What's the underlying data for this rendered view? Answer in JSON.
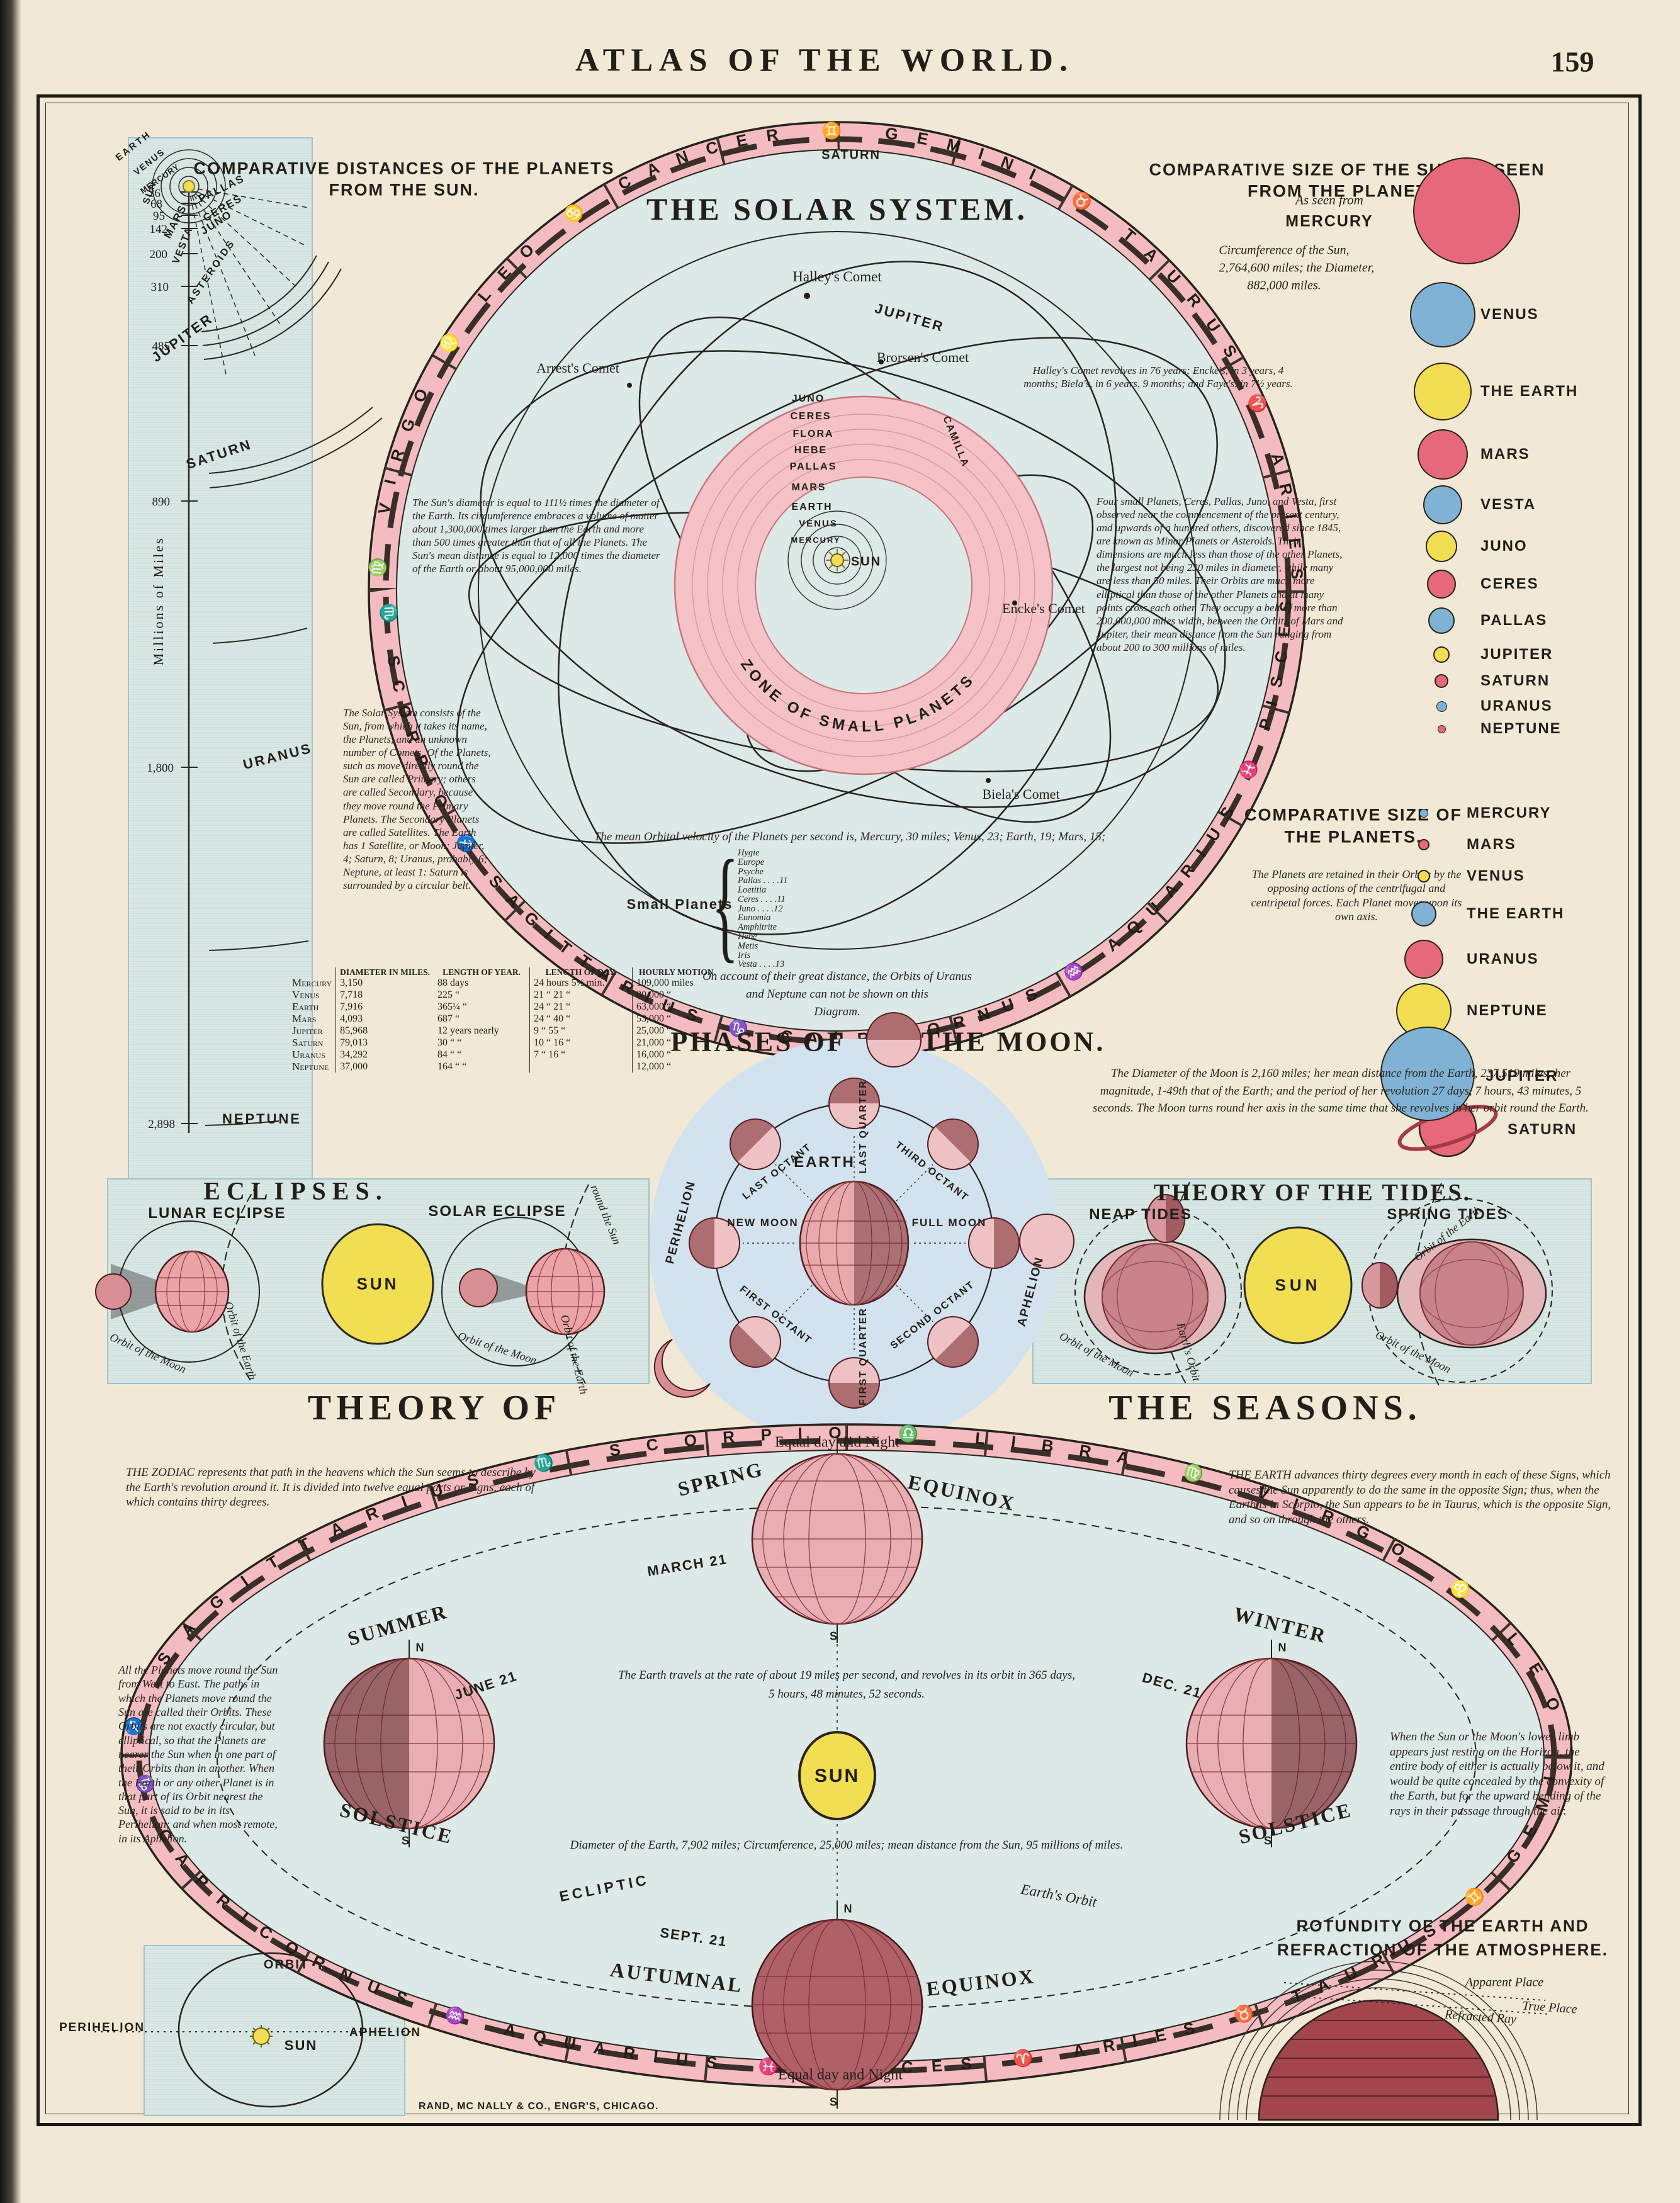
{
  "header": {
    "title": "ATLAS OF THE WORLD.",
    "page_number": "159"
  },
  "footer": {
    "credit": "RAND, MC NALLY & CO., ENGR'S, CHICAGO."
  },
  "distances": {
    "title1": "COMPARATIVE DISTANCES OF THE PLANETS",
    "title2": "FROM THE SUN.",
    "axis_label": "Millions of Miles",
    "ticks": [
      "36",
      "68",
      "95",
      "142",
      "200",
      "310",
      "485",
      "890",
      "1,800",
      "2,898"
    ],
    "spiral": [
      "EARTH",
      "VENUS",
      "MERCURY",
      "SUN"
    ],
    "belt": [
      "MARS",
      "VESTA",
      "PALLAS",
      "CERES",
      "JUNO",
      "ASTEROIDS"
    ],
    "outer": [
      "JUPITER",
      "SATURN",
      "URANUS",
      "NEPTUNE"
    ]
  },
  "solar": {
    "title": "THE SOLAR SYSTEM.",
    "saturn_top": "SATURN",
    "jupiter": "JUPITER",
    "camilla": "CAMILLA",
    "comet_halley": "Halley's Comet",
    "comet_arrest": "Arrest's Comet",
    "comet_brorsen": "Brorsen's Comet",
    "comet_encke": "Encke's Comet",
    "comet_biela": "Biela's Comet",
    "inner": [
      "JUNO",
      "CERES",
      "FLORA",
      "HEBE",
      "PALLAS",
      "MARS",
      "EARTH",
      "VENUS",
      "MERCURY"
    ],
    "sun": "SUN",
    "zone": "ZONE OF SMALL PLANETS",
    "zodiac_top": "♍ VIRGO ♌ LEO ♋ CANCER ♊ GEMINI ♉ TAURUS ♈ ARIES",
    "zodiac_bottom": "♏ SCORPIO ♐ SAGITTARIUS ♑ CAPRICORNUS ♒ AQUARIUS ♓ PISCES",
    "sun_text": "The Sun's diameter is equal to 111½ times the diameter of the Earth. Its circumference embraces a volume of matter about 1,300,000 times larger than the Earth and more than 500 times greater than that of all the Planets. The Sun's mean distance is equal to 12,000 times the diameter of the Earth or about 95,000,000 miles.",
    "comet_note": "Halley's Comet revolves in 76 years; Encke's, in 3 years, 4 months; Biela's, in 6 years, 9 months; and Faye's, in 7½ years.",
    "minor_note": "Four small Planets, Ceres, Pallas, Juno, and Vesta, first observed near the commencement of the present century, and upwards of a hundred others, discovered since 1845, are known as Minor Planets or Asteroids. Their dimensions are much less than those of the other Planets, the largest not being 230 miles in diameter, while many are less than 50 miles. Their Orbits are much more elliptical than those of the other Planets and at many points cross each other. They occupy a belt of more than 200,000,000 miles width, between the Orbits of Mars and Jupiter, their mean distance from the Sun ranging from about 200 to 300 millions of miles.",
    "system_note": "The Solar System consists of the Sun, from which it takes its name, the Planets, and an unknown number of Comets. Of the Planets, such as move directly round the Sun are called Primary; others are called Secondary, because they move round the Primary Planets. The Secondary Planets are called Satellites. The Earth has 1 Satellite, or Moon; Jupiter, 4; Saturn, 8; Uranus, probably 6; Neptune, at least 1: Saturn is surrounded by a circular belt.",
    "velocity_note": "The mean Orbital velocity of the Planets per second is, Mercury, 30 miles; Venus, 23; Earth, 19; Mars, 15;",
    "small_planets_label": "Small Planets",
    "small_planets": [
      "Hygie",
      "Europe",
      "Psyche",
      "Pallas . . . .11",
      "Loetitia",
      "Ceres . . . .11",
      "Juno . . . .12",
      "Eunomia",
      "Amphitrite",
      "Hebe",
      "Metis",
      "Iris",
      "Vesta . . . .13"
    ],
    "distance_note1": "On account of their great distance, the Orbits of Uranus",
    "distance_note2": "and Neptune can not be shown on this",
    "distance_note3": "Diagram."
  },
  "sun_sizes": {
    "title1": "COMPARATIVE SIZE OF THE SUN AS SEEN",
    "title2": "FROM THE PLANETS.",
    "seen_from": "As seen from",
    "first": "MERCURY",
    "note1": "Circumference of the Sun,",
    "note2": "2,764,600 miles; the Diameter,",
    "note3": "882,000 miles.",
    "items": [
      {
        "name": "VENUS"
      },
      {
        "name": "THE EARTH"
      },
      {
        "name": "MARS"
      },
      {
        "name": "VESTA"
      },
      {
        "name": "JUNO"
      },
      {
        "name": "CERES"
      },
      {
        "name": "PALLAS"
      },
      {
        "name": "JUPITER"
      },
      {
        "name": "SATURN"
      },
      {
        "name": "URANUS"
      },
      {
        "name": "NEPTUNE"
      }
    ]
  },
  "planet_sizes": {
    "title1": "COMPARATIVE SIZE OF",
    "title2": "THE PLANETS.",
    "note": "The Planets are retained in their Orbits by the opposing actions of the centrifugal and centripetal forces. Each Planet moves upon its own axis.",
    "items": [
      {
        "name": "MERCURY"
      },
      {
        "name": "MARS"
      },
      {
        "name": "VENUS"
      },
      {
        "name": "THE EARTH"
      },
      {
        "name": "URANUS"
      },
      {
        "name": "NEPTUNE"
      },
      {
        "name": "JUPITER"
      },
      {
        "name": "SATURN"
      }
    ]
  },
  "table": {
    "headers": [
      "DIAMETER IN MILES.",
      "LENGTH OF YEAR.",
      "LENGTH OF DAY.",
      "HOURLY MOTION."
    ],
    "rows": [
      [
        "Mercury",
        "3,150",
        "88 days",
        "24 hours 5½ min.",
        "109,000 miles"
      ],
      [
        "Venus",
        "7,718",
        "225 “",
        "21 “ 21 “",
        "80,000 “"
      ],
      [
        "Earth",
        "7,916",
        "365¼ “",
        "24 “ 21 “",
        "63,000 “"
      ],
      [
        "Mars",
        "4,093",
        "687 “",
        "24 “ 40 “",
        "53,000 “"
      ],
      [
        "Jupiter",
        "85,968",
        "12 years nearly",
        "9 “ 55 “",
        "25,000 “"
      ],
      [
        "Saturn",
        "79,013",
        "30 “ “",
        "10 “ 16 “",
        "21,000 “"
      ],
      [
        "Uranus",
        "34,292",
        "84 “ “",
        "7 “ 16 “",
        "16,000 “"
      ],
      [
        "Neptune",
        "37,000",
        "164 “ “",
        "",
        "12,000 “"
      ]
    ]
  },
  "phases": {
    "title_a": "PHASES OF",
    "title_b": "THE MOON.",
    "note": "The Diameter of the Moon is 2,160 miles; her mean distance from the Earth, 237,519 miles; her magnitude, 1-49th that of the Earth; and the period of her revolution 27 days, 7 hours, 43 minutes, 5 seconds. The Moon turns round her axis in the same time that she revolves in her orbit round the Earth.",
    "earth": "EARTH",
    "perihelion": "PERIHELION",
    "aphelion": "APHELION",
    "new_moon": "NEW MOON",
    "full_moon": "FULL MOON",
    "last_octant": "LAST OCTANT",
    "last_quarter": "LAST QUARTER",
    "third_octant": "THIRD OCTANT",
    "first_octant": "FIRST OCTANT",
    "first_quarter": "FIRST QUARTER",
    "second_octant": "SECOND OCTANT"
  },
  "eclipses": {
    "title": "ECLIPSES.",
    "lunar": "LUNAR ECLIPSE",
    "solar": "SOLAR ECLIPSE",
    "sun": "SUN",
    "orbit_moon_l": "Orbit of the Moon",
    "orbit_earth_l": "Orbit of the Earth",
    "round_sun": "round the Sun",
    "orbit_moon_r": "Orbit of the Moon",
    "orbit_earth_r": "Orbit of the Earth"
  },
  "tides": {
    "title": "THEORY OF THE TIDES.",
    "neap": "NEAP TIDES",
    "spring": "SPRING TIDES",
    "sun": "SUN",
    "orbit_moon_l": "Orbit of the Moon",
    "earths_orbit": "Earth's Orbit",
    "orbit_earth_r": "Orbit of the Earth",
    "orbit_moon_r": "Orbit of the Moon"
  },
  "seasons": {
    "title1": "THEORY OF",
    "title2": "THE SEASONS.",
    "equal_top": "Equal day and Night",
    "equal_bottom": "Equal day and Night",
    "spring": "SPRING",
    "equinox_t": "EQUINOX",
    "march": "MARCH 21",
    "summer": "SUMMER",
    "solstice_l": "SOLSTICE",
    "june": "JUNE 21",
    "winter": "WINTER",
    "solstice_r": "SOLSTICE",
    "dec": "DEC. 21",
    "autumnal": "AUTUMNAL",
    "equinox_b": "EQUINOX",
    "sept": "SEPT. 21",
    "ecliptic": "ECLIPTIC",
    "earths_orbit": "Earth's Orbit",
    "sun": "SUN",
    "n": "N",
    "s": "S",
    "zodiac_top": "♐ SAGITTARIUS ♏ SCORPIO ♎ LIBRA ♍ VIRGO ♌ LEO ♋",
    "zodiac_bottom": "♑ CAPRICORNUS ♒ AQUARIUS ♓ PISCES ♈ ARIES ♉ TAURUS ♊ GEMINI",
    "travel_note1": "The Earth travels at the rate of about 19 miles per second, and revolves in its orbit in 365 days,",
    "travel_note2": "5 hours, 48 minutes, 52 seconds.",
    "diameter_note": "Diameter of the Earth, 7,902 miles; Circumference, 25,000 miles; mean distance from the Sun, 95 millions of miles.",
    "zodiac_note": "THE ZODIAC represents that path in the heavens which the Sun seems to describe by the Earth's revolution around it. It is divided into twelve equal parts or Signs, each of which contains thirty degrees.",
    "earth_note": "THE EARTH advances thirty degrees every month in each of these Signs, which causes the Sun apparently to do the same in the opposite Sign; thus, when the Earth is in Scorpio, the Sun appears to be in Taurus, which is the opposite Sign, and so on through the others.",
    "planets_note": "All the Planets move round the Sun from West to East. The paths in which the Planets move round the Sun are called their Orbits. These Orbits are not exactly circular, but elliptical, so that the Planets are nearer the Sun when in one part of their Orbits than in another. When the Earth or any other Planet is in that part of its Orbit nearest the Sun, it is said to be in its Perihelion; and when most remote, in its Aphelion.",
    "refraction_note": "When the Sun or the Moon's lower limb appears just resting on the Horizon, the entire body of either is actually below it, and would be quite concealed by the convexity of the Earth, but for the upward bending of the rays in their passage through the air."
  },
  "orbit_diagram": {
    "orbit": "ORBIT",
    "perihelion": "PERIHELION",
    "sun": "SUN",
    "aphelion": "APHELION"
  },
  "rotundity": {
    "title1": "ROTUNDITY OF THE EARTH AND",
    "title2": "REFRACTION OF THE ATMOSPHERE.",
    "apparent": "Apparent Place",
    "true_place": "True Place",
    "refracted": "Refracted Ray"
  }
}
